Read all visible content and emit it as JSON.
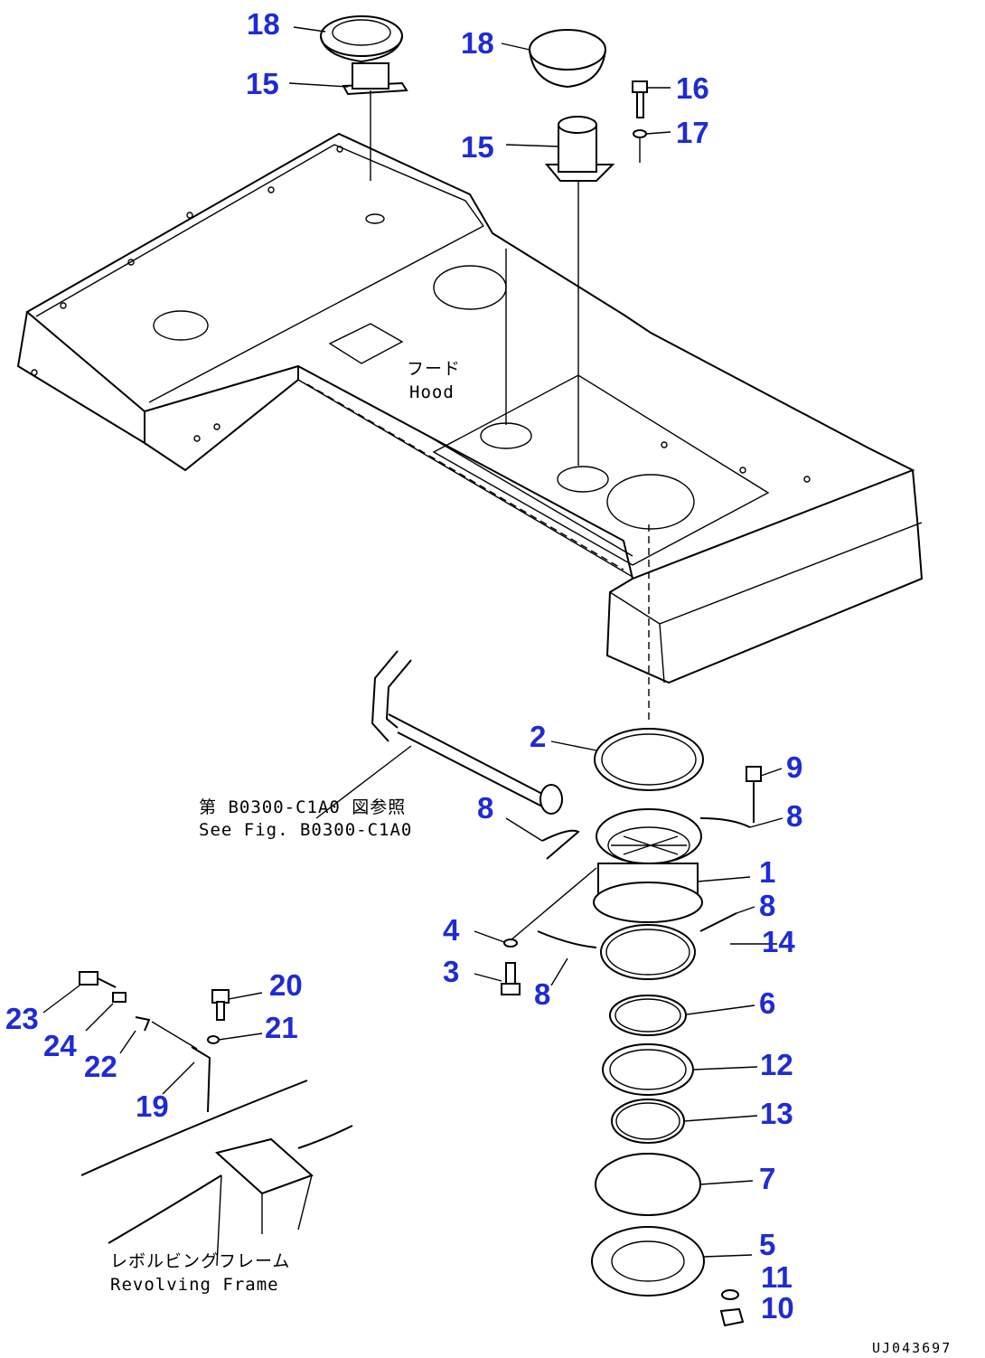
{
  "callouts": {
    "c18a": "18",
    "c18b": "18",
    "c15a": "15",
    "c15b": "15",
    "c16": "16",
    "c17": "17",
    "c2": "2",
    "c9": "9",
    "c8a": "8",
    "c8b": "8",
    "c8c": "8",
    "c8d": "8",
    "c1": "1",
    "c4": "4",
    "c3": "3",
    "c14": "14",
    "c6": "6",
    "c12": "12",
    "c13": "13",
    "c7": "7",
    "c5": "5",
    "c11": "11",
    "c10": "10",
    "c20": "20",
    "c21": "21",
    "c23": "23",
    "c24": "24",
    "c22": "22",
    "c19": "19"
  },
  "notes": {
    "hood_jp": "フード",
    "hood_en": "Hood",
    "see_fig_jp": "第 B0300-C1A0 図参照",
    "see_fig_en": "See Fig. B0300-C1A0",
    "frame_jp": "レボルビングフレーム",
    "frame_en": "Revolving Frame"
  },
  "drawing_id": "UJ043697",
  "colors": {
    "callout": "#1f2bd6",
    "line": "#000000"
  }
}
